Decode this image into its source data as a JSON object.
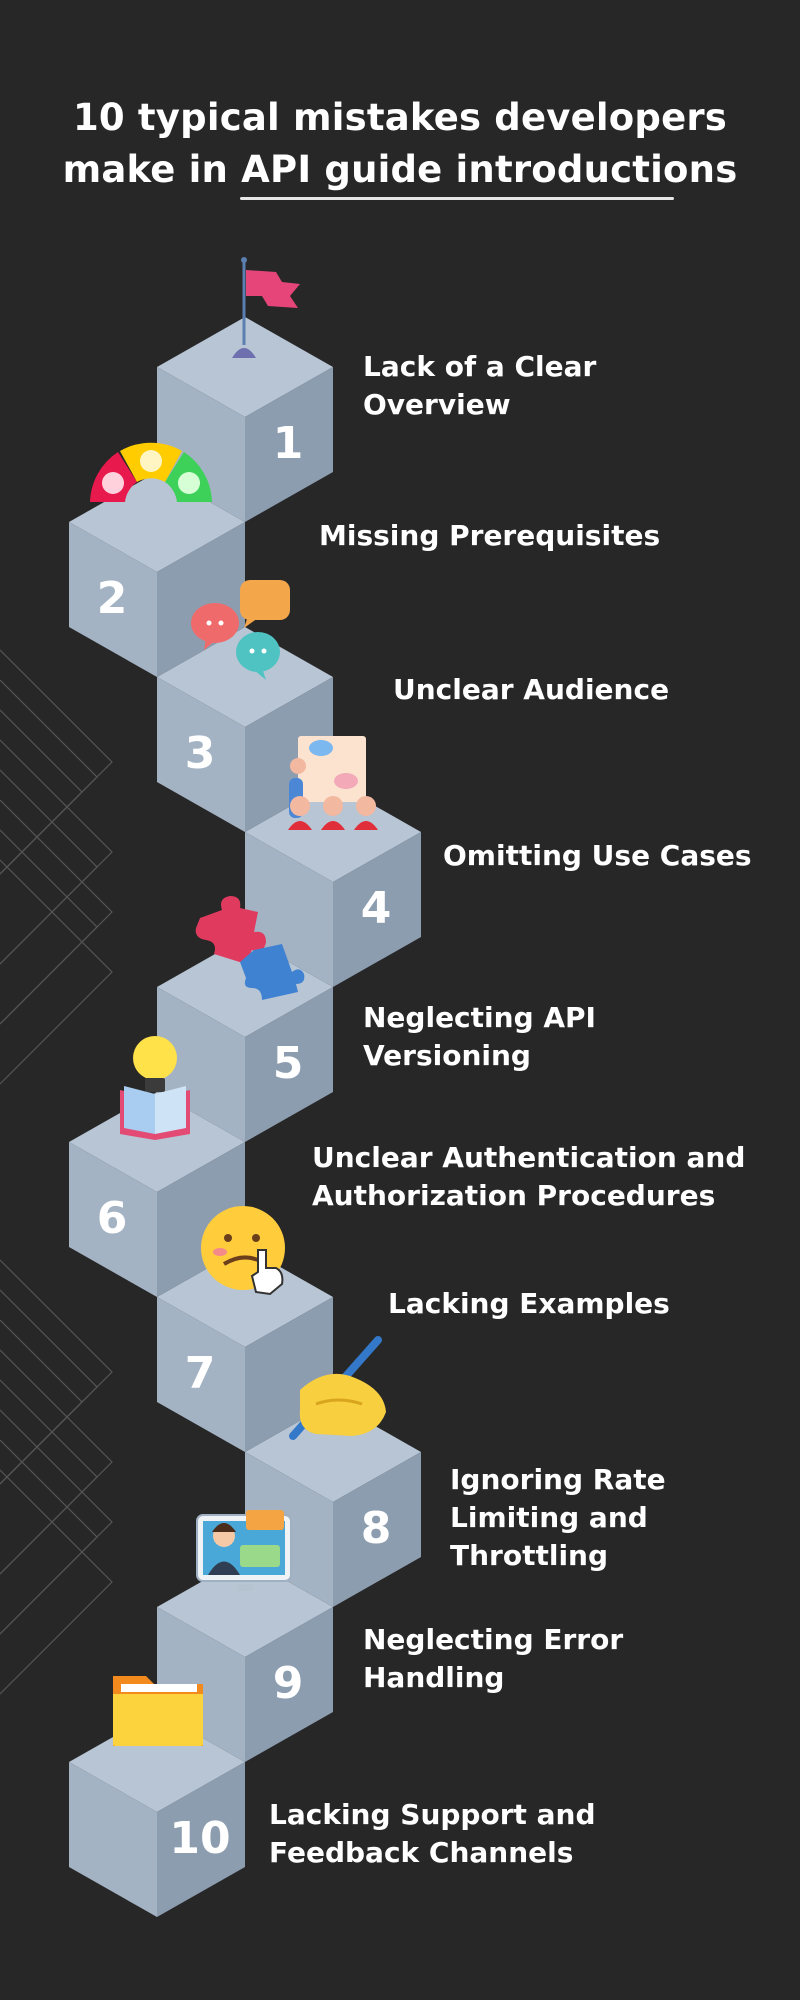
{
  "title": {
    "line1": "10 typical mistakes developers",
    "line2": "make in API guide introductions"
  },
  "steps": [
    {
      "number": "1",
      "label_lines": [
        "Lack of a Clear",
        "Overview"
      ],
      "icon": "flag-icon"
    },
    {
      "number": "2",
      "label_lines": [
        "Missing Prerequisites"
      ],
      "icon": "mood-meter-icon"
    },
    {
      "number": "3",
      "label_lines": [
        "Unclear Audience"
      ],
      "icon": "chat-bubbles-icon"
    },
    {
      "number": "4",
      "label_lines": [
        "Omitting Use Cases"
      ],
      "icon": "presentation-audience-icon"
    },
    {
      "number": "5",
      "label_lines": [
        "Neglecting API",
        "Versioning"
      ],
      "icon": "puzzle-pieces-icon"
    },
    {
      "number": "6",
      "label_lines": [
        "Unclear Authentication and",
        "Authorization Procedures"
      ],
      "icon": "book-lightbulb-icon"
    },
    {
      "number": "7",
      "label_lines": [
        "Lacking Examples"
      ],
      "icon": "confused-face-icon"
    },
    {
      "number": "8",
      "label_lines": [
        "Ignoring Rate",
        "Limiting and",
        "Throttling"
      ],
      "icon": "writing-hand-icon"
    },
    {
      "number": "9",
      "label_lines": [
        "Neglecting Error",
        "Handling"
      ],
      "icon": "support-agent-monitor-icon"
    },
    {
      "number": "10",
      "label_lines": [
        "Lacking Support and",
        "Feedback Channels"
      ],
      "icon": "folder-icon"
    }
  ],
  "colors": {
    "background": "#272728",
    "cube_top": "#b7c5d4",
    "cube_left": "#a4b3c3",
    "cube_right": "#8d9db0",
    "text": "#ffffff"
  }
}
